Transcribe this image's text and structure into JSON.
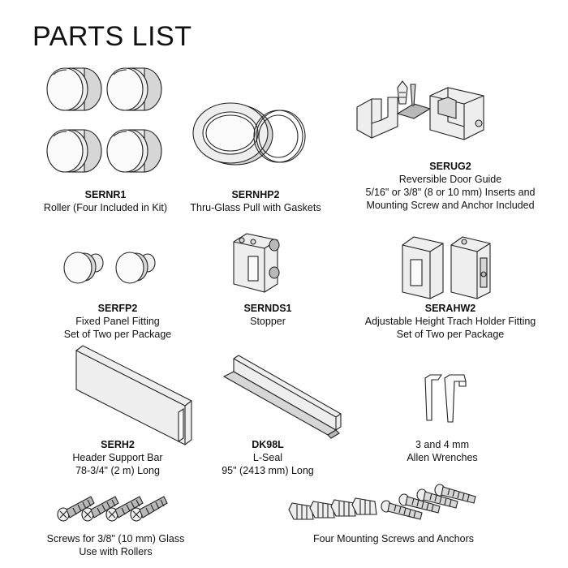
{
  "page_title": "PARTS LIST",
  "parts": [
    {
      "code": "SERNR1",
      "lines": [
        "Roller (Four Included in Kit)"
      ]
    },
    {
      "code": "SERNHP2",
      "lines": [
        "Thru-Glass Pull with Gaskets"
      ]
    },
    {
      "code": "SERUG2",
      "lines": [
        "Reversible Door Guide",
        "5/16\" or 3/8\" (8 or 10 mm) Inserts and",
        "Mounting Screw and Anchor Included"
      ]
    },
    {
      "code": "SERFP2",
      "lines": [
        "Fixed Panel Fitting",
        "Set of Two per Package"
      ]
    },
    {
      "code": "SERNDS1",
      "lines": [
        "Stopper"
      ]
    },
    {
      "code": "SERAHW2",
      "lines": [
        "Adjustable Height Trach Holder Fitting",
        "Set of Two per Package"
      ]
    },
    {
      "code": "SERH2",
      "lines": [
        "Header Support Bar",
        "78-3/4\" (2 m) Long"
      ]
    },
    {
      "code": "DK98L",
      "lines": [
        "L-Seal",
        "95\" (2413 mm) Long"
      ]
    },
    {
      "code": "",
      "lines": [
        "3 and 4 mm",
        "Allen Wrenches"
      ]
    },
    {
      "code": "",
      "lines": [
        "Screws for 3/8\" (10 mm) Glass",
        "Use with Rollers"
      ]
    },
    {
      "code": "",
      "lines": [
        "Four Mounting Screws and Anchors"
      ]
    }
  ]
}
